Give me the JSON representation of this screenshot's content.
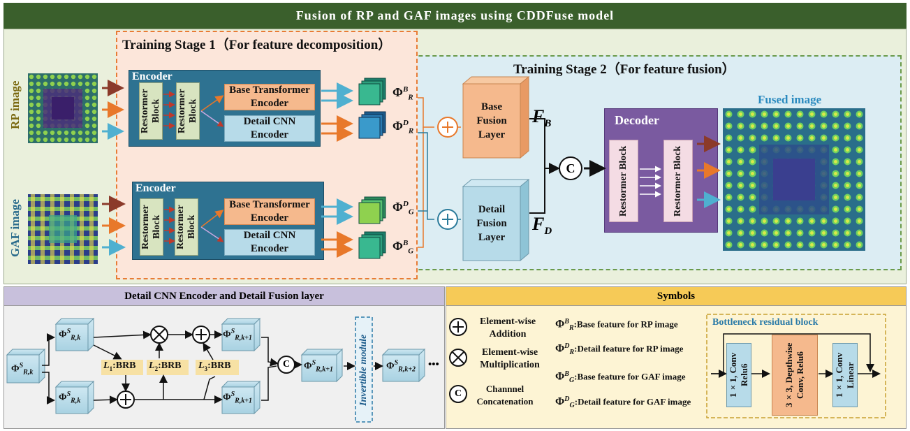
{
  "title": "Fusion of RP and GAF images using CDDFuse model",
  "stage1_title": "Training Stage 1（For feature decomposition）",
  "stage2_title": "Training Stage 2（For feature fusion）",
  "rp_label": "RP image",
  "gaf_label": "GAF image",
  "encoder_label": "Encoder",
  "restormer_block": "Restormer Block",
  "base_encoder": [
    "Base Transformer",
    "Encoder"
  ],
  "detail_encoder": [
    "Detail CNN",
    "Encoder"
  ],
  "phi": {
    "symbol": "Φ",
    "rb_sup": "B",
    "rb_sub": "R",
    "rd_sup": "D",
    "rd_sub": "R",
    "gd_sup": "D",
    "gd_sub": "G",
    "gb_sup": "B",
    "gb_sub": "G"
  },
  "base_fusion": [
    "Base",
    "Fusion",
    "Layer"
  ],
  "detail_fusion": [
    "Detail",
    "Fusion",
    "Layer"
  ],
  "f_b": "F",
  "f_b_sub": "B",
  "f_d": "F",
  "f_d_sub": "D",
  "concat_symbol": "C",
  "decoder_label": "Decoder",
  "fused_title": "Fused image",
  "bottom_left_title": "Detail CNN Encoder and Detail Fusion layer",
  "bottom_right_title": "Symbols",
  "flow": {
    "phi_rk_sup": "S",
    "phi_rk_sub": "R,k",
    "phi_rk1_sub": "R,k+1",
    "phi_rk2_sub": "R,k+2",
    "brb1": "L",
    "brb1_sub": "1",
    "brb_suffix": ":BRB",
    "brb2_sub": "2",
    "brb3_sub": "3",
    "invertible": "Invertible module",
    "ellipsis": "•••"
  },
  "symbols": {
    "add_label": [
      "Element-wise",
      "Addition"
    ],
    "mul_label": [
      "Element-wise",
      "Multiplication"
    ],
    "concat_label": [
      "Channnel",
      "Concatenation"
    ],
    "defs": [
      {
        "sup": "B",
        "sub": "R",
        "text": ":Base feature for RP image"
      },
      {
        "sup": "D",
        "sub": "R",
        "text": ":Detail feature for RP image"
      },
      {
        "sup": "B",
        "sub": "G",
        "text": ":Base feature for GAF image"
      },
      {
        "sup": "D",
        "sub": "G",
        "text": ":Detail feature for GAF image"
      }
    ],
    "bottleneck_title": "Bottleneck residual block",
    "bn1": "1×1, Conv Relu6",
    "bn2": "3×3, Depthwise Conv, Relu6",
    "bn3": "1×1, Conv Linear"
  },
  "colors": {
    "title_bg": "#3a5f2c",
    "arrow_brown": "#8b3a2a",
    "arrow_orange": "#e8782a",
    "arrow_blue": "#4fb0d0",
    "encoder_bg": "#2e7291",
    "decoder_bg": "#7a5aa0"
  }
}
